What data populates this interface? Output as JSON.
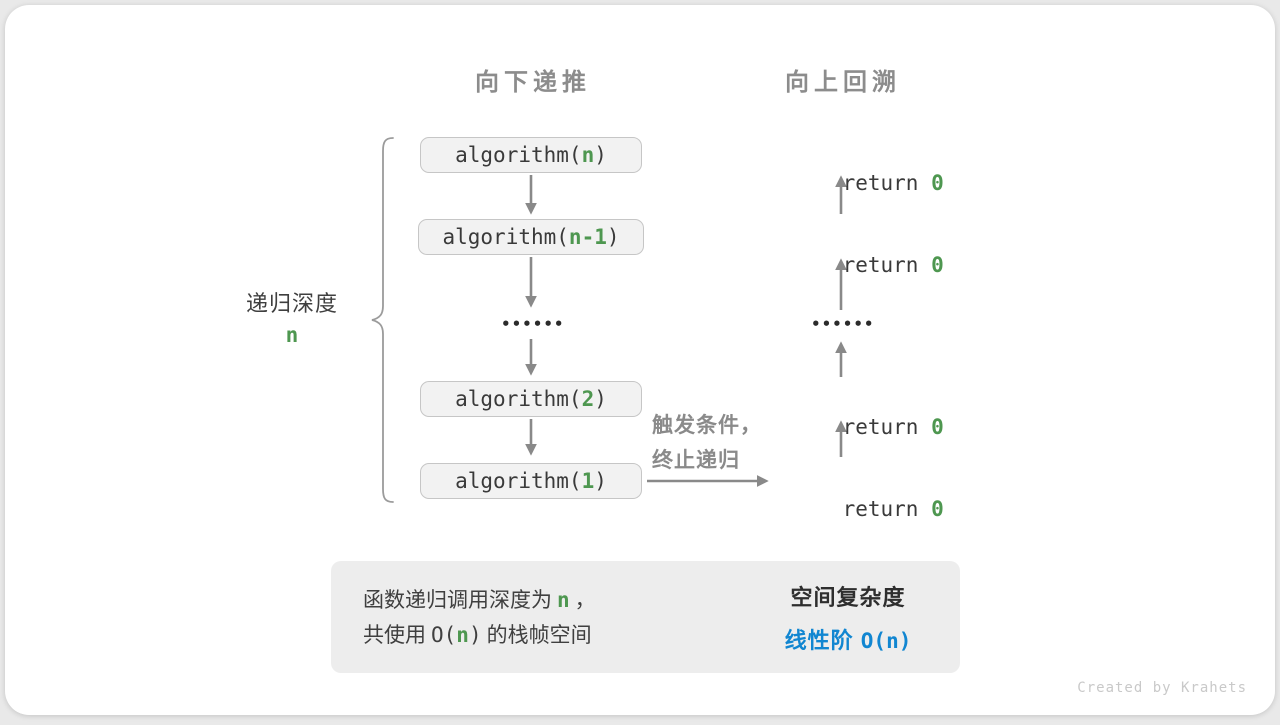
{
  "colors": {
    "accent_green": "#4e9750",
    "accent_blue": "#1186d1",
    "header_gray": "#8c8c8c",
    "arrow_gray": "#898989",
    "box_fill": "#f2f2f2",
    "box_border": "#c6c6c6",
    "summary_fill": "#ededed",
    "code_text": "#3a3a3a"
  },
  "headers": {
    "descend": "向下递推",
    "backtrack": "向上回溯"
  },
  "depth": {
    "label": "递归深度",
    "value": "n"
  },
  "stack": {
    "boxes": [
      {
        "prefix": "algorithm(",
        "arg": "n",
        "suffix": ")"
      },
      {
        "prefix": "algorithm(",
        "arg": "n-1",
        "suffix": ")"
      },
      {
        "prefix": "algorithm(",
        "arg": "2",
        "suffix": ")"
      },
      {
        "prefix": "algorithm(",
        "arg": "1",
        "suffix": ")"
      }
    ],
    "ellipsis": "••••••"
  },
  "returns": {
    "rows": [
      {
        "keyword": "return ",
        "value": "0"
      },
      {
        "keyword": "return ",
        "value": "0"
      },
      {
        "keyword": "return ",
        "value": "0"
      },
      {
        "keyword": "return ",
        "value": "0"
      }
    ],
    "ellipsis": "••••••"
  },
  "trigger": {
    "line1": "触发条件，",
    "line2": "终止递归"
  },
  "summary": {
    "line1": {
      "pre": "函数递归调用深度为",
      "var": "n",
      "post": "，"
    },
    "line2": {
      "pre": "共使用",
      "o_open": "O(",
      "var": "n",
      "o_close": ")",
      "post": "的栈帧空间"
    },
    "result_title": "空间复杂度",
    "result": {
      "label": "线性阶",
      "o_open": "O(",
      "var": "n",
      "o_close": ")"
    }
  },
  "watermark": "Created by Krahets"
}
